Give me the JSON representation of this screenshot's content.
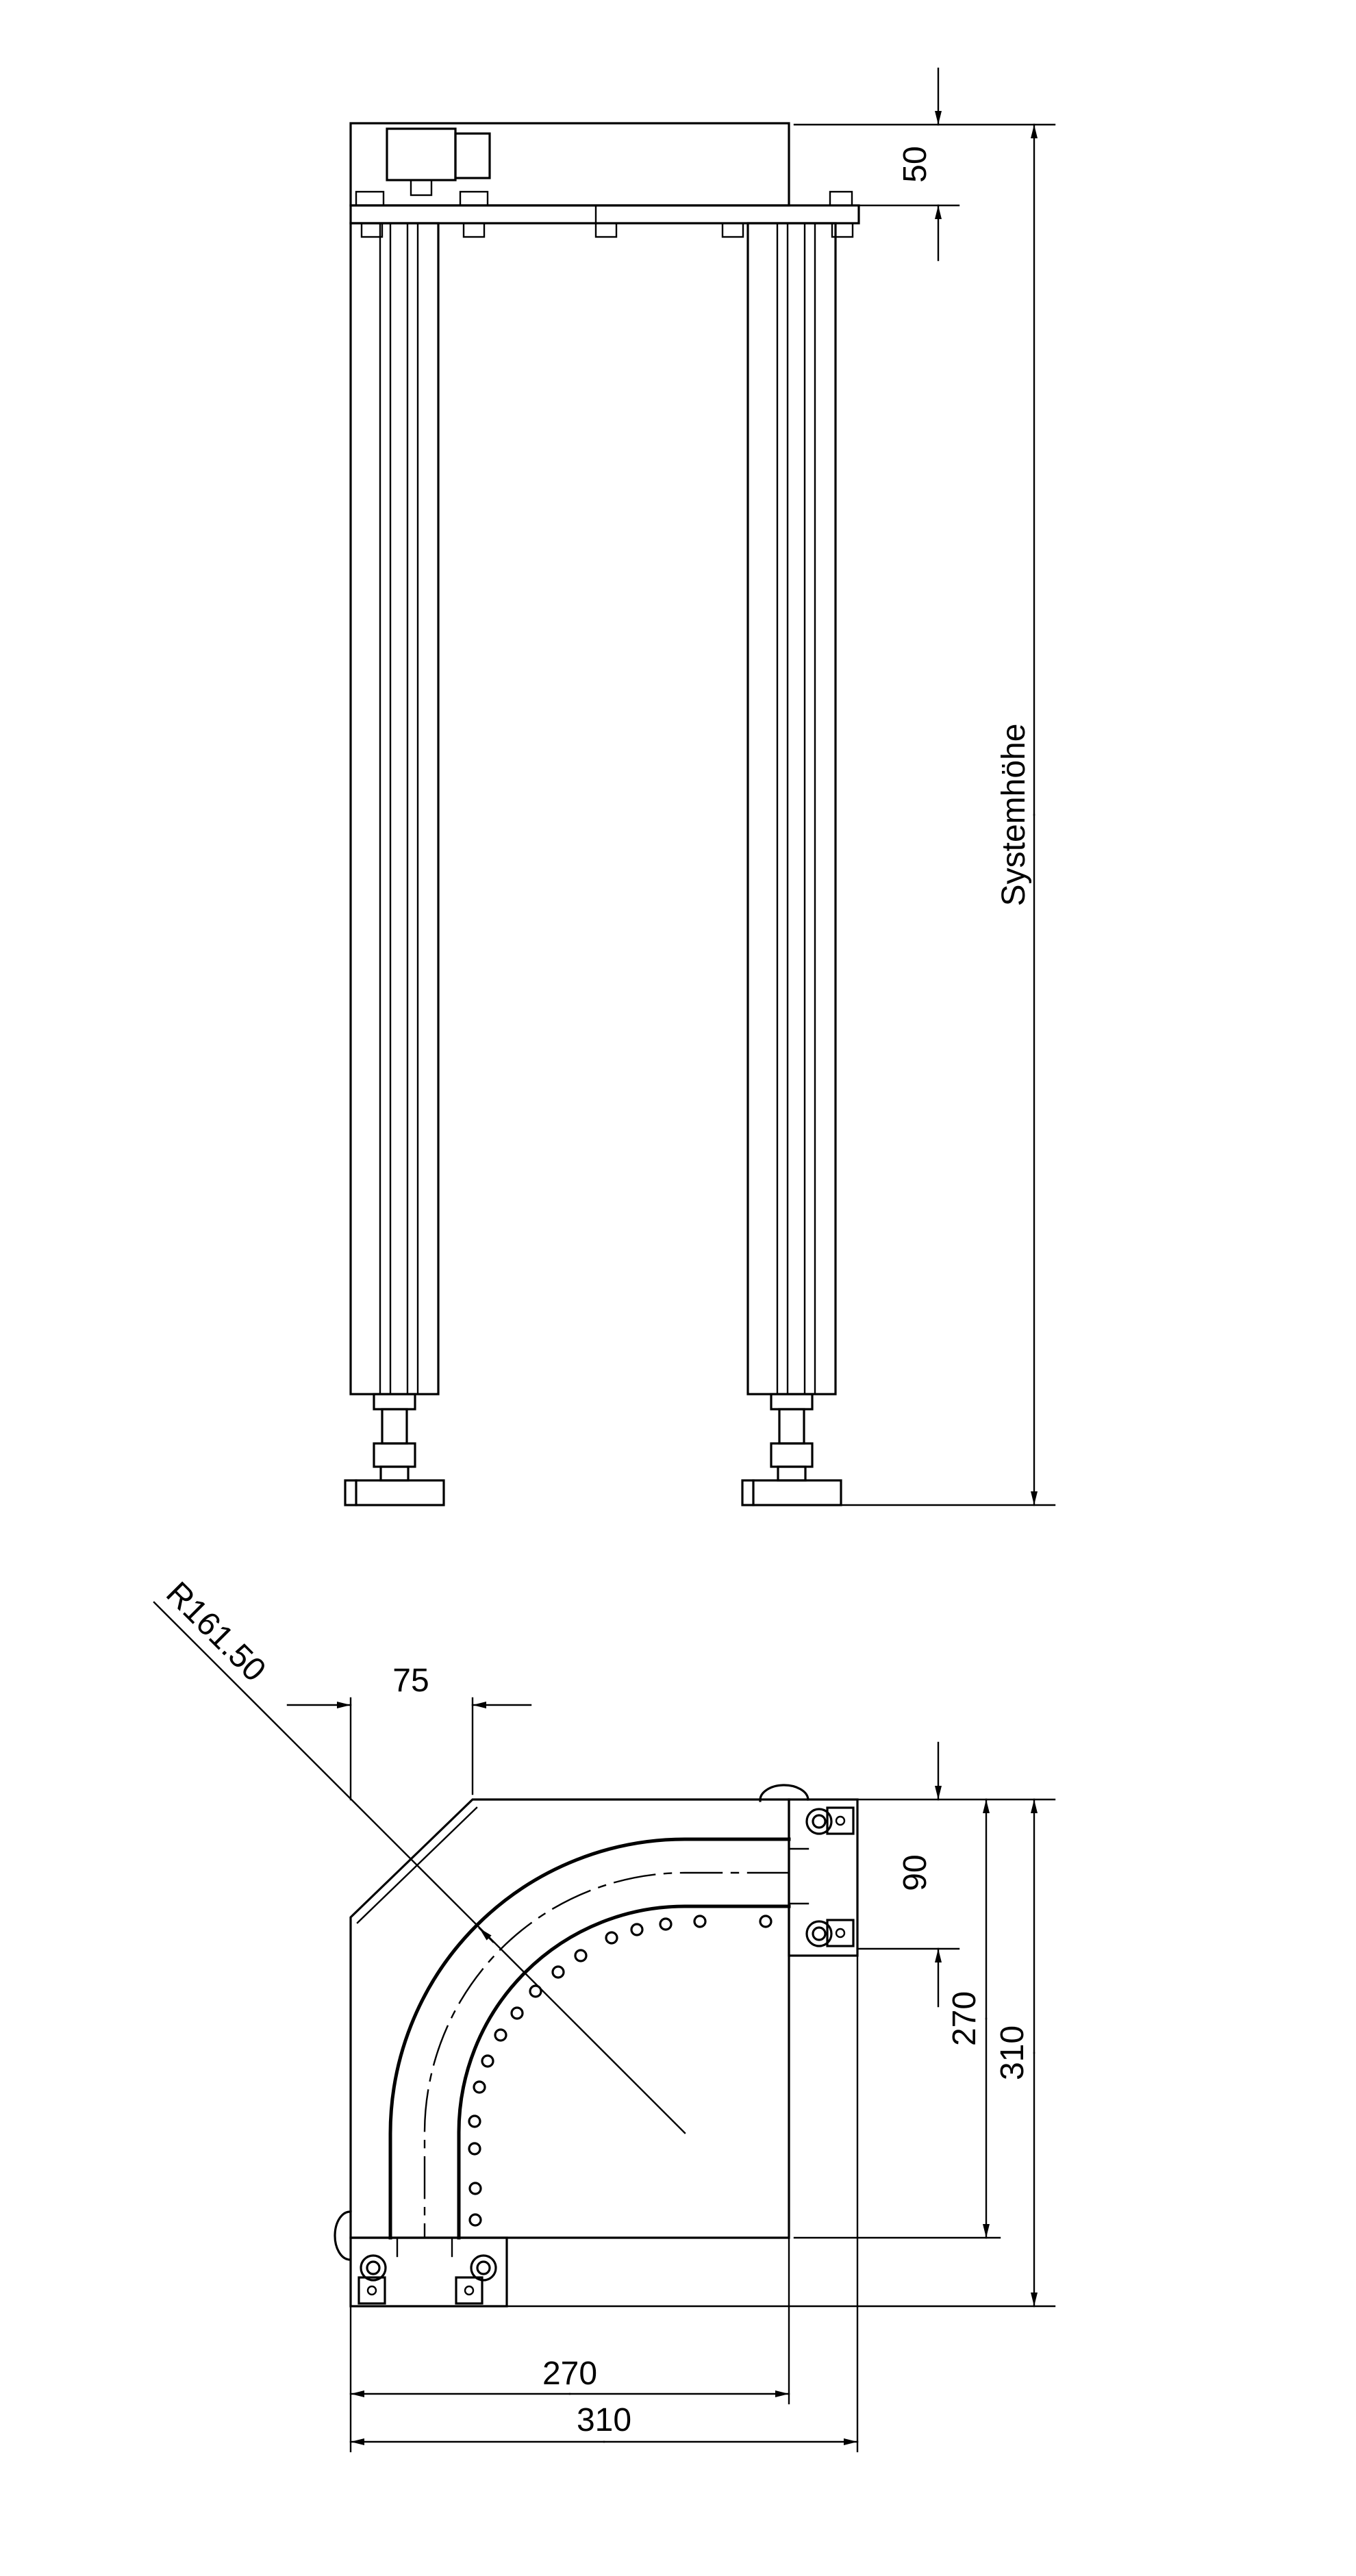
{
  "front_view": {
    "dim_top": "50",
    "dim_height": "Systemhöhe"
  },
  "top_view": {
    "radius": "R161.50",
    "width_offset": "75",
    "dim_90": "90",
    "dim_270_v": "270",
    "dim_310_v": "310",
    "dim_270_h": "270",
    "dim_310_h": "310"
  }
}
